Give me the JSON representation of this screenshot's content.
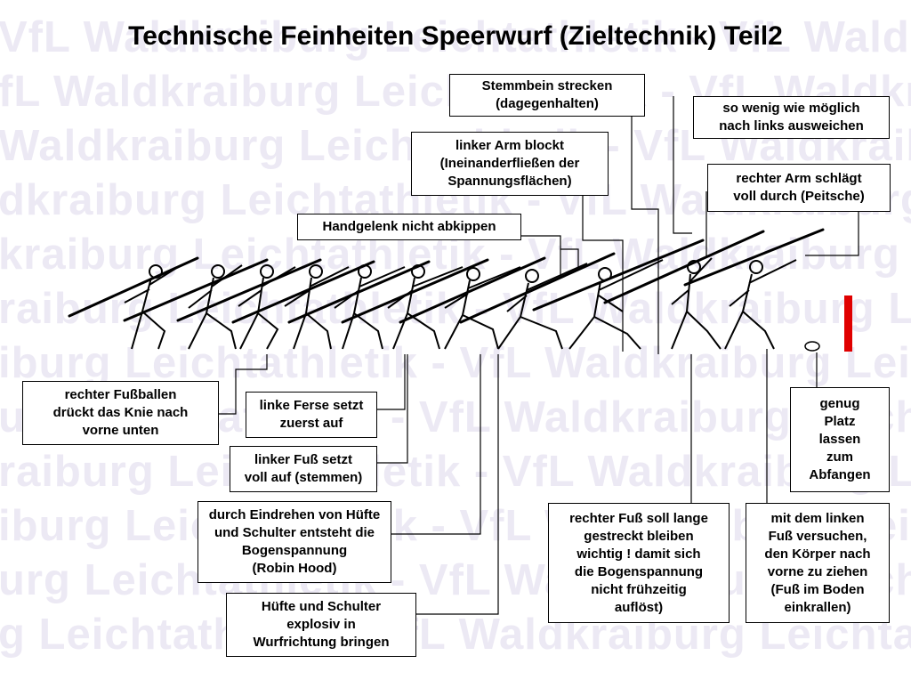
{
  "title": "Technische Feinheiten Speerwurf (Zieltechnik) Teil2",
  "watermark_lines": [
    "VfL Waldkraiburg Leichtathletik - VfL Waldkraiburg Leichtathletik - VfL",
    "fL Waldkraiburg Leichtathletik - VfL Waldkraiburg Leichtathletik - VfL",
    "Waldkraiburg Leichtathletik - VfL Waldkraiburg Leichtathletik - VfL Wal",
    "dkraiburg Leichtathletik - VfL Waldkraiburg Leichtathletik - VfL Wald",
    "kraiburg Leichtathletik - VfL Waldkraiburg Leichtathletik - VfL Waldk",
    "raiburg Leichtathletik - VfL Waldkraiburg Leichtathletik - VfL Waldkra",
    "iburg Leichtathletik - VfL Waldkraiburg Leichtathletik - VfL Waldkraib",
    "urg Leichtathletik - VfL Waldkraiburg Leichtathletik - VfL Waldkraibu",
    "raiburg Leichtathletik - VfL Waldkraiburg Leichtathletik - VfL Waldkr",
    "iburg Leichtathletik - VfL Waldkraiburg Leichtathletik - VfL Waldkraib",
    "urg Leichtathletik - VfL Waldkraiburg Leichtathletik - VfL Waldkraibur",
    "g Leichtathletik - VfL Waldkraiburg Leichtathletik - VfL Waldkraiburg"
  ],
  "labels": {
    "stemmbein": "Stemmbein strecken\n(dagegenhalten)",
    "ausweichen": "so wenig wie möglich\nnach links ausweichen",
    "arm_blockt": "linker Arm blockt\n(Ineinanderfließen der\nSpannungsflächen)",
    "peitsche": "rechter Arm schlägt\nvoll durch (Peitsche)",
    "handgelenk": "Handgelenk nicht abkippen",
    "fussballen": "rechter Fußballen\ndrückt das Knie nach\nvorne unten",
    "ferse": "linke Ferse setzt\nzuerst auf",
    "fuss_stemmen": "linker Fuß setzt\nvoll auf (stemmen)",
    "robin_hood": "durch Eindrehen von Hüfte\nund Schulter entsteht die\nBogenspannung\n(Robin Hood)",
    "explosiv": "Hüfte und Schulter\nexplosiv in\nWurfrichtung bringen",
    "rechter_fuss": "rechter  Fuß soll lange\ngestreckt bleiben\nwichtig ! damit sich\ndie Bogenspannung\nnicht frühzeitig\nauflöst)",
    "linker_fuss": "mit dem linken\nFuß versuchen,\nden Körper  nach\nvorne zu ziehen\n(Fuß im Boden\neinkrallen)",
    "platz": "genug\nPlatz\nlassen\nzum\nAbfangen"
  },
  "colors": {
    "marker": "#e00000",
    "watermark": "#ece9f4"
  }
}
